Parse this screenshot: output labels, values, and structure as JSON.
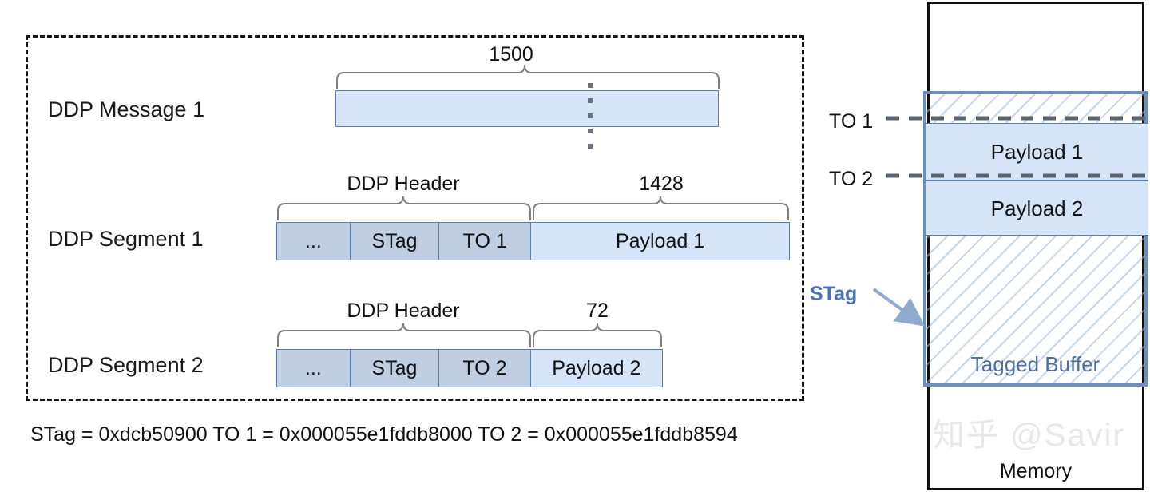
{
  "diagram": {
    "left_panel": {
      "rows": [
        {
          "label": "DDP Message 1",
          "size_label": "1500"
        },
        {
          "label": "DDP Segment 1",
          "header_brace": "DDP Header",
          "payload_size": "1428",
          "cells": [
            {
              "text": "...",
              "kind": "header"
            },
            {
              "text": "STag",
              "kind": "header"
            },
            {
              "text": "TO 1",
              "kind": "header"
            },
            {
              "text": "Payload 1",
              "kind": "payload"
            }
          ]
        },
        {
          "label": "DDP Segment 2",
          "header_brace": "DDP Header",
          "payload_size": "72",
          "cells": [
            {
              "text": "...",
              "kind": "header"
            },
            {
              "text": "STag",
              "kind": "header"
            },
            {
              "text": "TO 2",
              "kind": "header"
            },
            {
              "text": "Payload 2",
              "kind": "payload"
            }
          ]
        }
      ]
    },
    "footnote": "STag = 0xdcb50900 TO 1 = 0x000055e1fddb8000 TO 2 = 0x000055e1fddb8594",
    "memory": {
      "column_label": "Memory",
      "tagged_buffer_label": "Tagged Buffer",
      "stag_callout": "STag",
      "offset_markers": [
        {
          "label": "TO 1"
        },
        {
          "label": "TO 2"
        }
      ],
      "payload_bands": [
        {
          "label": "Payload 1"
        },
        {
          "label": "Payload 2"
        }
      ]
    },
    "watermark": "知乎 @Savir",
    "colors": {
      "payload_fill": "#d6e4f7",
      "header_fill": "#bfcee1",
      "cell_stroke": "#5d7ea8",
      "buffer_stroke": "#6e8dbb",
      "buffer_text": "#4a6fa5",
      "stag_accent": "#4a72b8",
      "memory_stroke": "#111111",
      "dash_stroke": "#141414"
    }
  }
}
